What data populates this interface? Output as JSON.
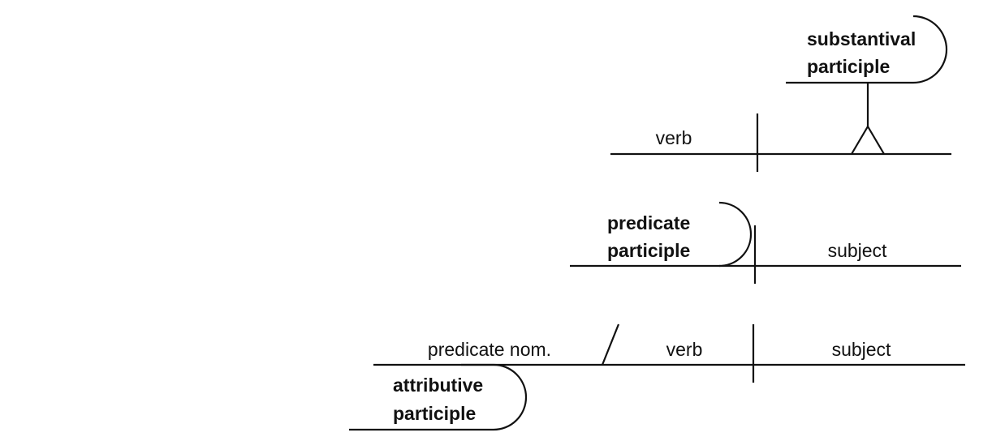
{
  "diagrams": {
    "substantival": {
      "participle_line1": "substantival",
      "participle_line2": "participle",
      "verb": "verb"
    },
    "predicate": {
      "participle_line1": "predicate",
      "participle_line2": "participle",
      "subject": "subject"
    },
    "attributive": {
      "predicate_nom": "predicate nom.",
      "verb": "verb",
      "subject": "subject",
      "participle_line1": "attributive",
      "participle_line2": "participle"
    }
  }
}
